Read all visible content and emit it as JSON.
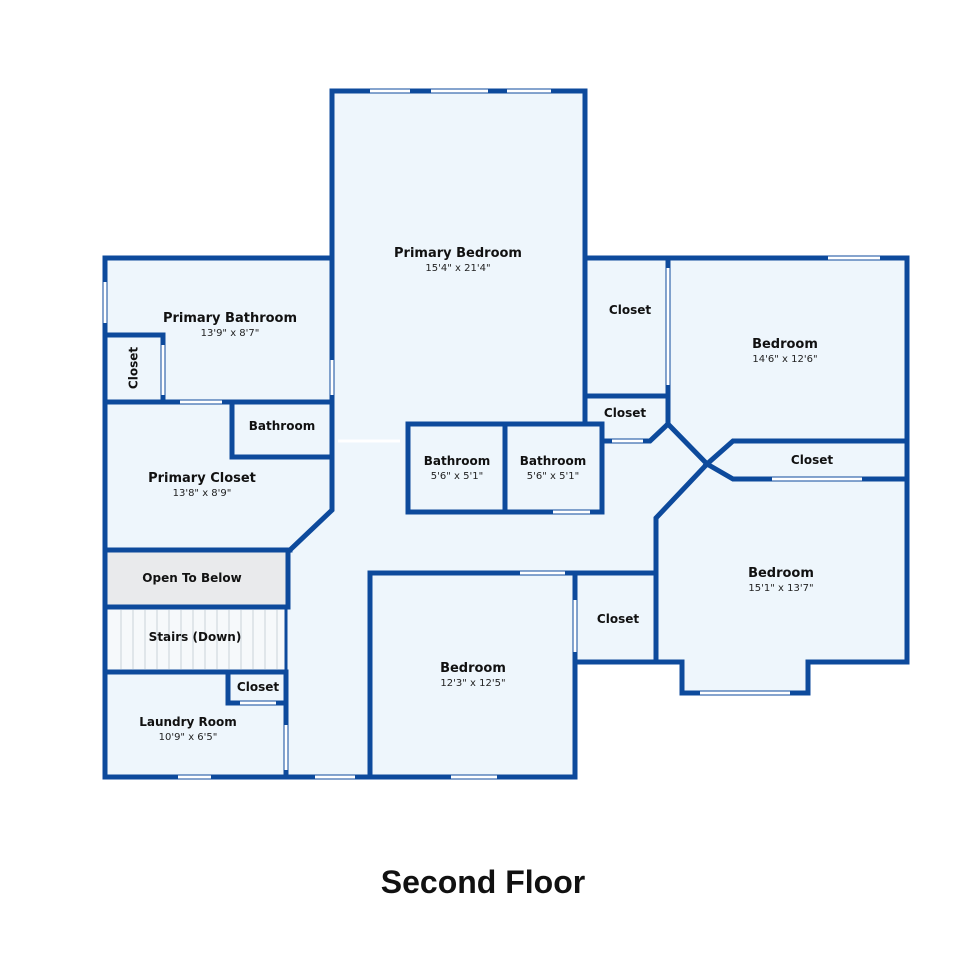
{
  "colors": {
    "wall": "#0d4a9c",
    "floor": "#eef6fc",
    "open_to_below": "#e9eaec",
    "stairs": "#f6f9fb",
    "text": "#111111"
  },
  "floor_title": "Second Floor",
  "rooms": {
    "primary_bedroom": {
      "name": "Primary Bedroom",
      "dim": "15'4\" x 21'4\""
    },
    "primary_bathroom": {
      "name": "Primary Bathroom",
      "dim": "13'9\" x 8'7\""
    },
    "primary_bath_closet": {
      "name": "Closet"
    },
    "bathroom_small": {
      "name": "Bathroom"
    },
    "primary_closet": {
      "name": "Primary Closet",
      "dim": "13'8\" x 8'9\""
    },
    "open_to_below": {
      "name": "Open To Below"
    },
    "stairs": {
      "name": "Stairs (Down)"
    },
    "laundry_closet": {
      "name": "Closet"
    },
    "laundry_room": {
      "name": "Laundry Room",
      "dim": "10'9\" x 6'5\""
    },
    "bathroom_left": {
      "name": "Bathroom",
      "dim": "5'6\" x 5'1\""
    },
    "bathroom_right": {
      "name": "Bathroom",
      "dim": "5'6\" x 5'1\""
    },
    "closet_upper": {
      "name": "Closet"
    },
    "closet_mid": {
      "name": "Closet"
    },
    "bedroom_ne": {
      "name": "Bedroom",
      "dim": "14'6\" x 12'6\""
    },
    "closet_long": {
      "name": "Closet"
    },
    "bedroom_e": {
      "name": "Bedroom",
      "dim": "15'1\" x 13'7\""
    },
    "closet_center": {
      "name": "Closet"
    },
    "bedroom_s": {
      "name": "Bedroom",
      "dim": "12'3\" x 12'5\""
    }
  }
}
